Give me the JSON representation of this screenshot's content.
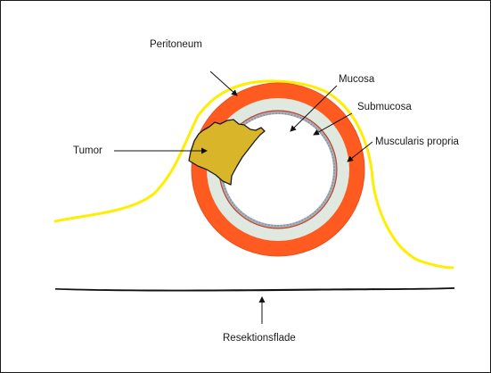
{
  "labels": {
    "peritoneum": "Peritoneum",
    "mucosa": "Mucosa",
    "submucosa": "Submucosa",
    "tumor": "Tumor",
    "muscularis": "Muscularis propria",
    "resection": "Resektionsflade"
  },
  "colors": {
    "peritoneum": "#ffee00",
    "muscularis": "#ff5a1f",
    "muscularis_edge": "#e84f1e",
    "submucosa": "#dfe9df",
    "mucosa": "#a8b0b8",
    "mucosa_edge": "#c0412c",
    "lumen": "#ffffff",
    "tumor": "#d9b52a",
    "tumor_edge": "#1a1a1a",
    "line": "#111111",
    "border": "#1a1a1a"
  }
}
